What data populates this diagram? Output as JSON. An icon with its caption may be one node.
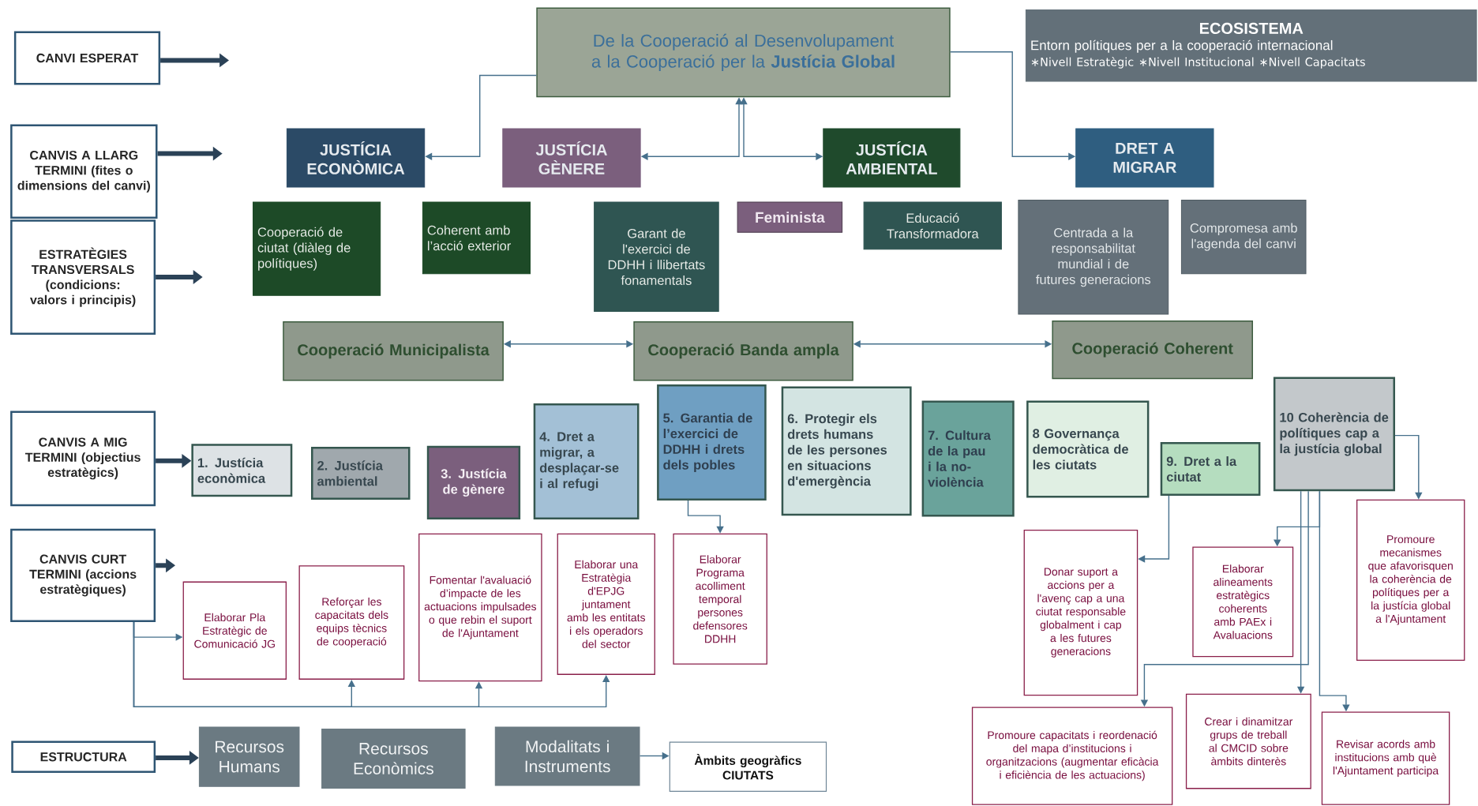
{
  "diagram": {
    "nodes": [
      {
        "text": [
          "CANVI ESPERAT"
        ]
      },
      {
        "text": [
          "CANVIS A LLARG TERMINI (fites o dimensions del canvi)"
        ]
      },
      {
        "text": [
          "ESTRATÈGIES TRANSVERSALS (condicions: valors i principis)"
        ]
      },
      {
        "text": [
          "CANVIS A MIG TERMINI (objectius estratègics)"
        ]
      },
      {
        "text": [
          "CANVIS CURT TERMINI (accions estratègiques)"
        ]
      },
      {
        "text": [
          "ESTRUCTURA"
        ]
      },
      {
        "text": [
          "De la Cooperació al Desenvolupament a la Cooperació per la **Justícia Global**"
        ]
      },
      {
        "text": [
          "ECOSISTEMA",
          "Entorn polítiques per a la cooperació internacional",
          "∗Nivell Estratègic ∗Nivell Institucional ∗Nivell Capacitats"
        ]
      },
      {
        "text": [
          "JUSTÍCIA ECONÒMICA"
        ]
      },
      {
        "text": [
          "JUSTÍCIA GÈNERE"
        ]
      },
      {
        "text": [
          "JUSTÍCIA AMBIENTAL"
        ]
      },
      {
        "text": [
          "DRET A MIGRAR"
        ]
      },
      {
        "text": [
          "Cooperació de ciutat (diàleg de polítiques)"
        ]
      },
      {
        "text": [
          "Coherent amb l’acció exterior"
        ]
      },
      {
        "text": [
          "Garant de l'exercici de DDHH i llibertats fonamentals"
        ]
      },
      {
        "text": [
          "Feminista"
        ]
      },
      {
        "text": [
          "Educació Transformadora"
        ]
      },
      {
        "text": [
          "Centrada a la responsabilitat mundial i de futures generacions"
        ]
      },
      {
        "text": [
          "Compromesa amb l'agenda del canvi"
        ]
      },
      {
        "text": [
          "Cooperació Municipalista"
        ]
      },
      {
        "text": [
          "Cooperació Banda ampla"
        ]
      },
      {
        "text": [
          "Cooperació Coherent"
        ]
      },
      {
        "text": [
          "1. Justícia econòmica"
        ]
      },
      {
        "text": [
          "2. Justícia ambiental"
        ]
      },
      {
        "text": [
          "3. Justícia de gènere"
        ]
      },
      {
        "text": [
          "4. Dret a migrar, a desplaçar-se i al refugi"
        ]
      },
      {
        "text": [
          "5. Garantia de l’exercici de DDHH i drets dels pobles"
        ]
      },
      {
        "text": [
          "6. Protegir els drets humans de les persones en situacions d'emergència"
        ]
      },
      {
        "text": [
          "7. Cultura de la pau i la no-violència"
        ]
      },
      {
        "text": [
          "8 Governança democràtica de les ciutats"
        ]
      },
      {
        "text": [
          "9. Dret a la ciutat"
        ]
      },
      {
        "text": [
          "10 Coherència de polítiques cap a la justícia global"
        ]
      },
      {
        "text": [
          "Elaborar Pla Estratègic de Comunicació JG"
        ]
      },
      {
        "text": [
          "Reforçar les capacitats dels equips tècnics de cooperació"
        ]
      },
      {
        "text": [
          "Fomentar l'avaluació d’impacte de les actuacions impulsades o que rebin el suport de l'Ajuntament"
        ]
      },
      {
        "text": [
          "Elaborar una Estratègia d'EPJG juntament amb les entitats i els operadors del sector"
        ]
      },
      {
        "text": [
          "Elaborar Programa acolliment temporal persones defensores DDHH"
        ]
      },
      {
        "text": [
          "Donar suport a accions per a l'avenç cap a una ciutat responsable globalment i cap a les futures generacions"
        ]
      },
      {
        "text": [
          "Elaborar alineaments estratègics coherents amb PAEx i Avaluacions"
        ]
      },
      {
        "text": [
          "Promoure mecanismes que afavorisquen la coherència de polítiques per a la justícia global a l'Ajuntament"
        ]
      },
      {
        "text": [
          "Promoure capacitats i reordenació del mapa d’institucions i organitzacions (augmentar eficàcia i eficiència de les actuacions)"
        ]
      },
      {
        "text": [
          "Crear i dinamitzar grups de treball al CMCID sobre àmbits dinterès"
        ]
      },
      {
        "text": [
          "Revisar acords amb institucions amb què l'Ajuntament participa"
        ]
      },
      {
        "text": [
          "Recursos Humans"
        ]
      },
      {
        "text": [
          "Recursos Econòmics"
        ]
      },
      {
        "text": [
          "Modalitats i Instruments"
        ]
      },
      {
        "text": [
          "Àmbits geogràfics CIUTATS"
        ]
      }
    ],
    "edges": [
      {
        "from": 0,
        "to": null,
        "arrow": "to",
        "style": "thick",
        "color": "#2b4257"
      },
      {
        "from": 1,
        "to": null,
        "arrow": "to",
        "style": "thick",
        "color": "#2b4257"
      },
      {
        "from": 2,
        "to": null,
        "arrow": "to",
        "style": "thick",
        "color": "#2b4257"
      },
      {
        "from": 3,
        "to": 22,
        "arrow": "to",
        "style": "thick",
        "color": "#2b4257"
      },
      {
        "from": 4,
        "to": null,
        "arrow": "to",
        "style": "thick",
        "color": "#2b4257"
      },
      {
        "from": 5,
        "to": 43,
        "arrow": "to",
        "style": "thick",
        "color": "#2b4257"
      },
      {
        "from": 6,
        "to": 8,
        "arrow": "to"
      },
      {
        "from": 6,
        "to": 11,
        "arrow": "to"
      },
      {
        "from": 6,
        "to": 9,
        "arrow": "both"
      },
      {
        "from": 6,
        "to": 10,
        "arrow": "both"
      },
      {
        "from": 19,
        "to": 20,
        "arrow": "both"
      },
      {
        "from": 20,
        "to": 21,
        "arrow": "both"
      },
      {
        "from": 26,
        "to": 36,
        "arrow": "to"
      },
      {
        "from": 4,
        "to": 32,
        "arrow": "to"
      },
      {
        "from": 4,
        "to": 33,
        "arrow": "to"
      },
      {
        "from": 4,
        "to": 34,
        "arrow": "to"
      },
      {
        "from": 4,
        "to": 35,
        "arrow": "to"
      },
      {
        "from": 45,
        "to": 46,
        "arrow": "to"
      },
      {
        "from": 30,
        "to": 37,
        "arrow": "to"
      },
      {
        "from": 31,
        "to": 39,
        "arrow": "to"
      },
      {
        "from": 31,
        "to": 38,
        "arrow": "to"
      },
      {
        "from": 31,
        "to": 40,
        "arrow": "to"
      },
      {
        "from": 31,
        "to": 41,
        "arrow": "to"
      },
      {
        "from": 31,
        "to": 42,
        "arrow": "to"
      }
    ]
  }
}
